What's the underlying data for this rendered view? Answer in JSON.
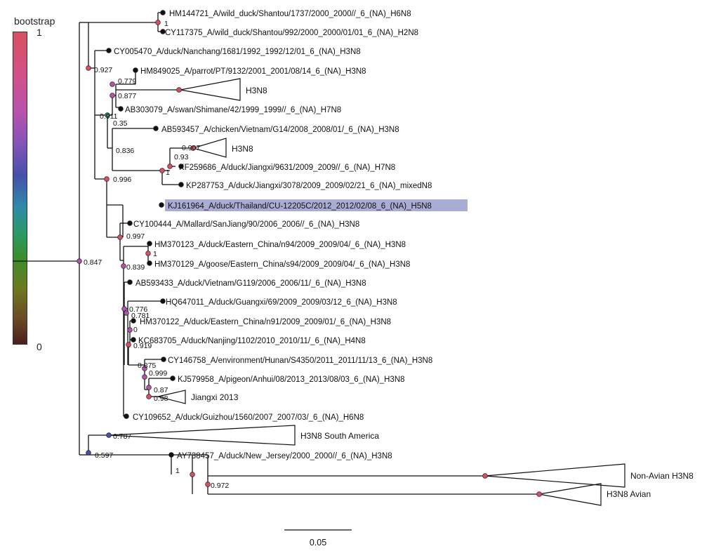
{
  "legend": {
    "title": "bootstrap",
    "max_label": "1",
    "min_label": "0",
    "colors": [
      "#d9505e",
      "#b652ae",
      "#4450ad",
      "#2a9a6a",
      "#6c7a20",
      "#4a1f1f"
    ]
  },
  "scale_bar": {
    "label": "0.05"
  },
  "highlight_color": "#a9acd3",
  "taxa": [
    "HM144721_A/wild_duck/Shantou/1737/2000_2000//_6_(NA)_H6N8",
    "CY117375_A/wild_duck/Shantou/992/2000_2000/01/01_6_(NA)_H2N8",
    "CY005470_A/duck/Nanchang/1681/1992_1992/12/01_6_(NA)_H3N8",
    "HM849025_A/parrot/PT/9132/2001_2001/08/14_6_(NA)_H3N8",
    "AB303079_A/swan/Shimane/42/1999_1999//_6_(NA)_H7N8",
    "AB593457_A/chicken/Vietnam/G14/2008_2008/01/_6_(NA)_H3N8",
    "KF259686_A/duck/Jiangxi/9631/2009_2009//_6_(NA)_H7N8",
    "KP287753_A/duck/Jiangxi/3078/2009_2009/02/21_6_(NA)_mixedN8",
    "KJ161964_A/duck/Thailand/CU-12205C/2012_2012/02/08_6_(NA)_H5N8",
    "CY100444_A/Mallard/SanJiang/90/2006_2006//_6_(NA)_H3N8",
    "HM370123_A/duck/Eastern_China/n94/2009_2009/04/_6_(NA)_H3N8",
    "HM370129_A/goose/Eastern_China/s94/2009_2009/04/_6_(NA)_H3N8",
    "AB593433_A/duck/Vietnam/G119/2006_2006/11/_6_(NA)_H3N8",
    "HQ647011_A/duck/Guangxi/69/2009_2009/03/12_6_(NA)_H3N8",
    "HM370122_A/duck/Eastern_China/n91/2009_2009/01/_6_(NA)_H3N8",
    "KC683705_A/duck/Nanjing/1102/2010_2010/11/_6_(NA)_H4N8",
    "CY146758_A/environment/Hunan/S4350/2011_2011/11/13_6_(NA)_H3N8",
    "KJ579958_A/pigeon/Anhui/08/2013_2013/08/03_6_(NA)_H3N8",
    "CY109652_A/duck/Guizhou/1560/2007_2007/03/_6_(NA)_H6N8",
    "AY738457_A/duck/New_Jersey/2000_2000//_6_(NA)_H3N8"
  ],
  "collapsed_clades": [
    "H3N8",
    "H3N8",
    "Jiangxi 2013",
    "H3N8 South America",
    "Non-Avian H3N8",
    "H3N8 Avian"
  ],
  "support_values": [
    "1",
    "0.927",
    "0.779",
    "0.877",
    "0.911",
    "0.35",
    "0.836",
    "0.907",
    "0.93",
    "1",
    "0.996",
    "0.997",
    "1",
    "0.839",
    "0.847",
    "0.776",
    "0.781",
    "0",
    "0.919",
    "0.999",
    "0.875",
    "0.87",
    "0.98",
    "0.787",
    "0.597",
    "1",
    "0.972"
  ]
}
